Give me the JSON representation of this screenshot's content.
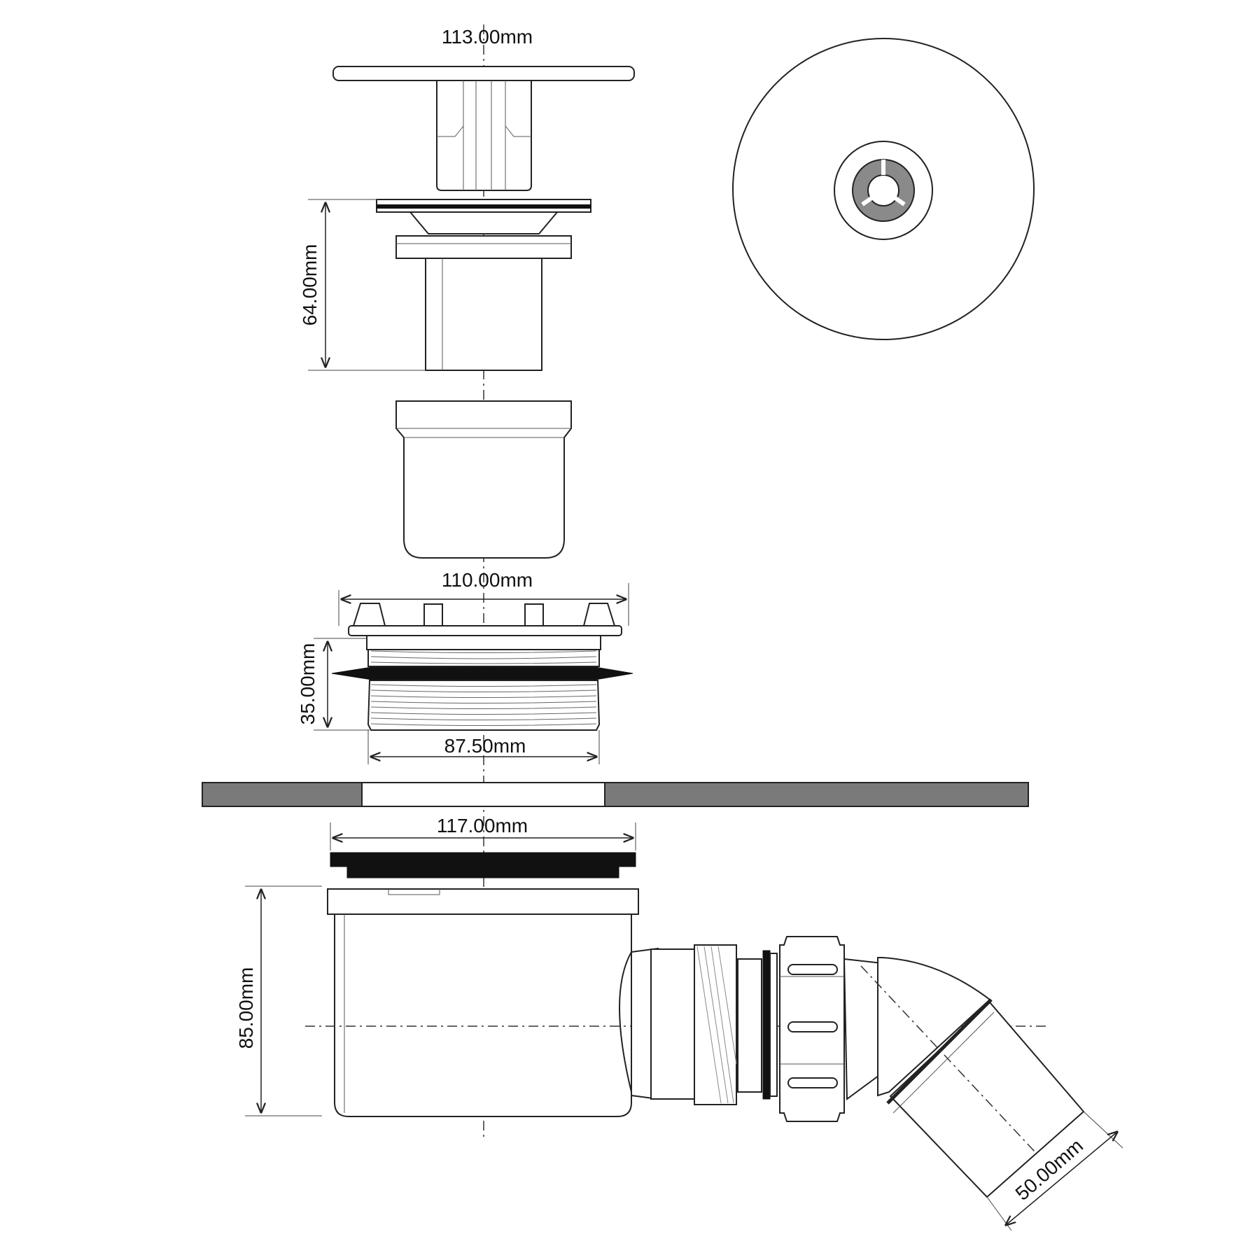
{
  "dimensions": {
    "cap_width": "113.00mm",
    "body_height": "64.00mm",
    "flange_width": "110.00mm",
    "thread_height": "35.00mm",
    "thread_width": "87.50mm",
    "gasket_width": "117.00mm",
    "trap_height": "85.00mm",
    "outlet_diameter": "50.00mm"
  },
  "colors": {
    "line": "#222222",
    "tray": "#7a7a7a",
    "gasket": "#111111",
    "background": "#ffffff"
  }
}
